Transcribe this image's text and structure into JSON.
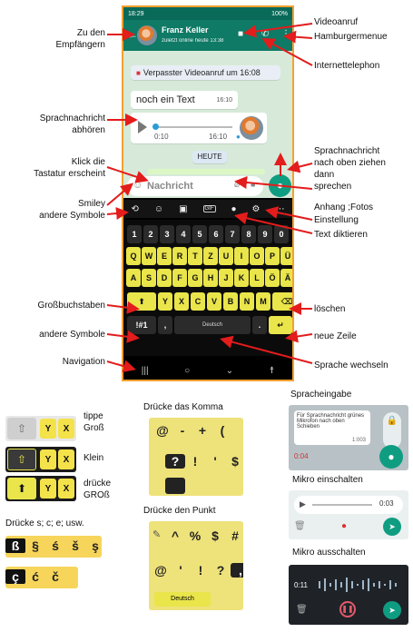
{
  "phone": {
    "status_time": "18:29",
    "status_right": "100%",
    "contact_name": "Franz Keller",
    "contact_status": "zuletzt online heute 13:38",
    "missed_call_text": "Verpasster Videoanruf um 16:08",
    "text_message": "noch ein Text",
    "text_message_time": "16:10",
    "voice_duration": "0:10",
    "voice_time": "16:10",
    "date_separator": "HEUTE",
    "input_placeholder": "Nachricht",
    "keyboard_rows": [
      [
        "1",
        "2",
        "3",
        "4",
        "5",
        "6",
        "7",
        "8",
        "9",
        "0"
      ],
      [
        "Q",
        "W",
        "E",
        "R",
        "T",
        "Z",
        "U",
        "I",
        "O",
        "P",
        "Ü"
      ],
      [
        "A",
        "S",
        "D",
        "F",
        "G",
        "H",
        "J",
        "K",
        "L",
        "Ö",
        "Ä"
      ],
      [
        "Y",
        "X",
        "C",
        "V",
        "B",
        "N",
        "M"
      ]
    ],
    "key_symbols": "!#1",
    "key_comma": ",",
    "key_space_label": "Deutsch",
    "key_period": "."
  },
  "annotations": {
    "zu_empfaengern": "Zu den\nEmpfängern",
    "videoanruf": "Videoanruf",
    "hamburgermenue": "Hamburgermenue",
    "internettelephon": "Internettelephon",
    "sprachnachricht_abhoeren": "Sprachnachricht\nabhören",
    "klick_tastatur": "Klick die\nTastatur erscheint",
    "sprachnachricht_oben": "Sprachnachricht\nnach oben ziehen\ndann\nsprechen",
    "smiley": "Smiley\nandere Symbole",
    "anhang": "Anhang ;Fotos",
    "einstellung": "Einstellung",
    "text_diktieren": "Text diktieren",
    "grossbuchstaben": "Großbuchstaben",
    "loeschen": "löschen",
    "andere_symbole": "andere Symbole",
    "neue_zeile": "neue Zeile",
    "navigation": "Navigation",
    "sprache_wechseln": "Sprache wechseln"
  },
  "examples": {
    "tippe": "tippe\nGroß",
    "klein": "Klein",
    "druecke_gross": "drücke\nGROß",
    "key_y": "Y",
    "key_x": "X",
    "druecke_komma": "Drücke das Komma",
    "komma_symbols_row1": [
      "@",
      "-",
      "+",
      "("
    ],
    "komma_symbols_row2": [
      "?",
      "!",
      "'",
      "$",
      "%"
    ],
    "druecke_punkt": "Drücke den Punkt",
    "punkt_symbols_row1": [
      "^",
      "%",
      "$",
      "#"
    ],
    "punkt_symbols_row2": [
      "@",
      "'",
      "!",
      "?",
      ","
    ],
    "punkt_space_label": "Deutsch",
    "druecke_s": "Drücke s; c; e; usw.",
    "s_variants": [
      "ß",
      "§",
      "ś",
      "š",
      "ş"
    ],
    "c_variants": [
      "ç",
      "ć",
      "č"
    ],
    "spracheingabe": "Spracheingabe",
    "spracheingabe_hint": "Für Sprachnachricht grünes Mikrofon nach oben Schieben",
    "spracheingabe_time": "1:003",
    "spracheingabe_counter": "0:04",
    "mikro_ein": "Mikro einschalten",
    "mikro_ein_time": "0:03",
    "mikro_aus": "Mikro ausschalten",
    "mikro_aus_time": "0:11"
  }
}
